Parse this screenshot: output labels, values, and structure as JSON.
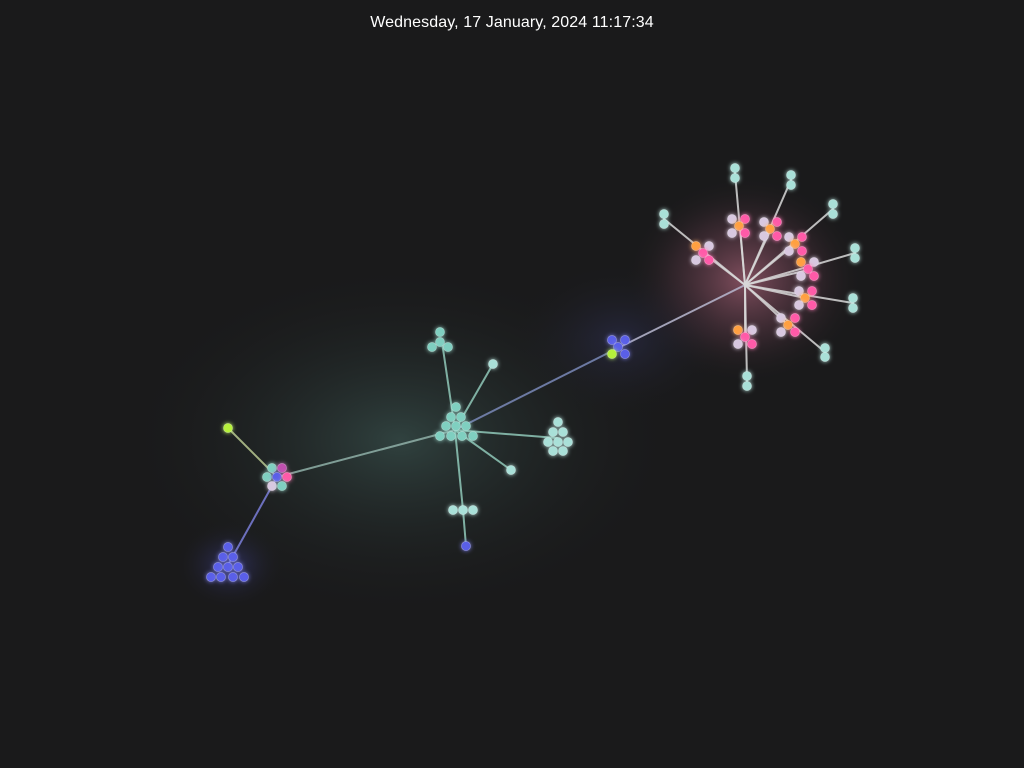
{
  "header": {
    "datetime": "Wednesday, 17 January, 2024 11:17:34"
  },
  "colors": {
    "background": "#1a1a1b",
    "teal": "#7fcfc0",
    "teal_light": "#a9e0d8",
    "blue": "#5a5ee8",
    "pink": "#ff5aa8",
    "orange": "#ffa040",
    "lavender": "#d8c8e0",
    "lime": "#b6f23a",
    "magenta": "#c050b0"
  },
  "graph": {
    "description": "force-directed cluster graph",
    "node_colors_legend": [
      "teal",
      "blue",
      "pink",
      "orange",
      "lavender",
      "lime"
    ]
  }
}
